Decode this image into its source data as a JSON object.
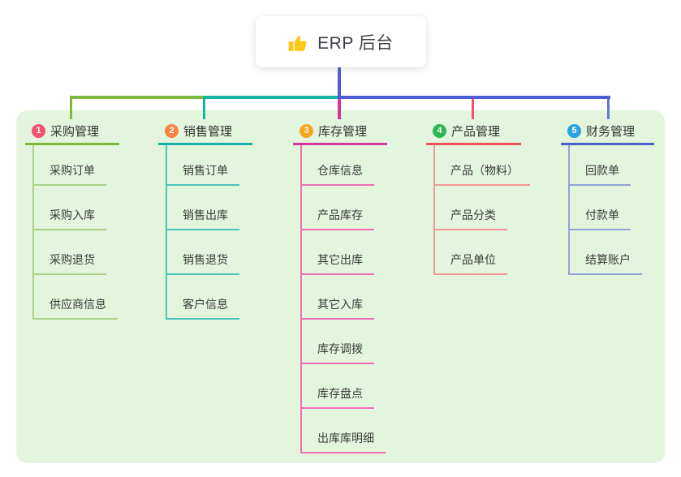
{
  "root": {
    "title": "ERP 后台",
    "icon": "thumbs-up-icon"
  },
  "colors": {
    "bus_green": "#7cb93e",
    "bus_teal": "#17b3a8",
    "bus_blue": "#4c5ed1",
    "drop_magenta": "#d6379e",
    "drop_red": "#f4546a",
    "drop_blue": "#6277d2",
    "panel_bg": "#e4f5de"
  },
  "branches": [
    {
      "num": "1",
      "label": "采购管理",
      "header_color": "#7cb93e",
      "sub_color": "#a8d286",
      "badge_color": "#f4526e",
      "items": [
        {
          "label": "采购订单"
        },
        {
          "label": "采购入库"
        },
        {
          "label": "采购退货"
        },
        {
          "label": "供应商信息"
        }
      ]
    },
    {
      "num": "2",
      "label": "销售管理",
      "header_color": "#17b3a8",
      "sub_color": "#4cc4ba",
      "badge_color": "#f58540",
      "items": [
        {
          "label": "销售订单"
        },
        {
          "label": "销售出库"
        },
        {
          "label": "销售退货"
        },
        {
          "label": "客户信息"
        }
      ]
    },
    {
      "num": "3",
      "label": "库存管理",
      "header_color": "#d6379e",
      "sub_color": "#ef6fb4",
      "badge_color": "#f5a61d",
      "items": [
        {
          "label": "仓库信息"
        },
        {
          "label": "产品库存"
        },
        {
          "label": "其它出库"
        },
        {
          "label": "其它入库"
        },
        {
          "label": "库存调拨"
        },
        {
          "label": "库存盘点"
        },
        {
          "label": "出库库明细"
        }
      ]
    },
    {
      "num": "4",
      "label": "产品管理",
      "header_color": "#f25058",
      "sub_color": "#f59694",
      "badge_color": "#2eb552",
      "items": [
        {
          "label": "产品（物料）"
        },
        {
          "label": "产品分类"
        },
        {
          "label": "产品单位"
        }
      ]
    },
    {
      "num": "5",
      "label": "财务管理",
      "header_color": "#4a62cc",
      "sub_color": "#8fa5d8",
      "badge_color": "#29a3dd",
      "items": [
        {
          "label": "回款单"
        },
        {
          "label": "付款单"
        },
        {
          "label": "结算账户"
        }
      ]
    }
  ]
}
